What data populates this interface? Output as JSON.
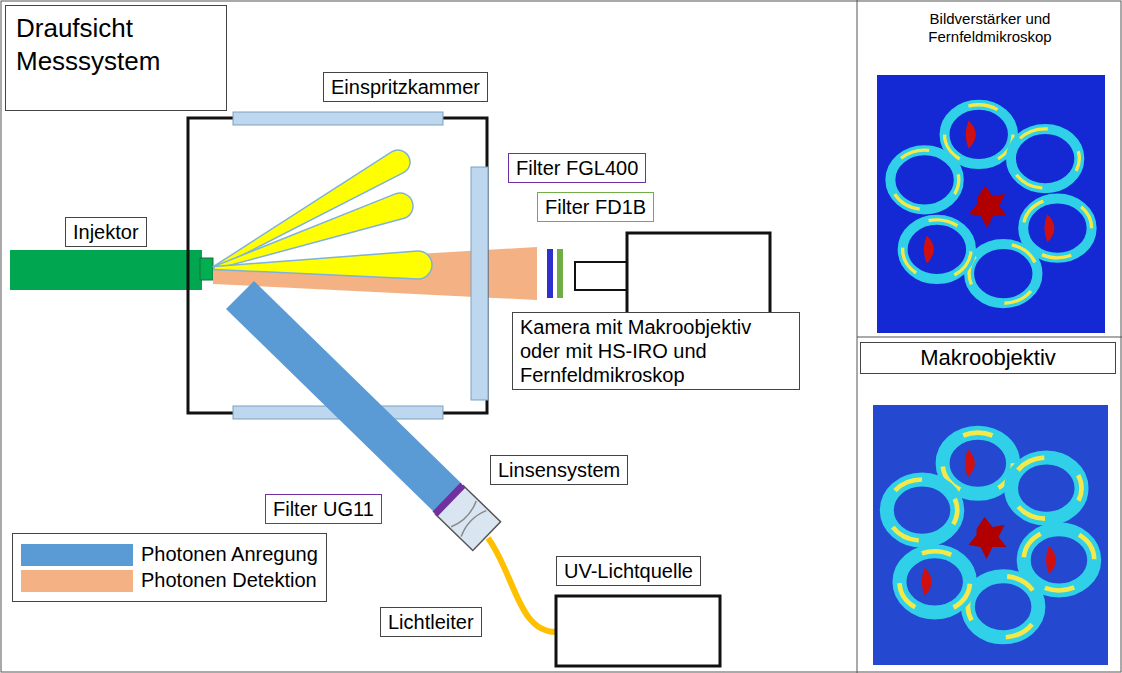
{
  "diagram": {
    "title": "Draufsicht Messsystem",
    "nodes": [
      {
        "text": [
          "Einspritzkammer"
        ]
      },
      {
        "text": [
          "Filter FGL400"
        ]
      },
      {
        "text": [
          "Filter FD1B"
        ]
      },
      {
        "text": [
          "Injektor"
        ]
      },
      {
        "text": [
          "Kamera mit Makroobjektiv oder mit HS-IRO und Fernfeldmikroskop"
        ]
      },
      {
        "text": [
          "Linsensystem"
        ]
      },
      {
        "text": [
          "Filter UG11"
        ]
      },
      {
        "text": [
          "UV-Lichtquelle"
        ]
      },
      {
        "text": [
          "Lichtleiter"
        ]
      },
      {
        "text": [
          "Bildverstärker und Fernfeldmikroskop"
        ]
      },
      {
        "text": [
          "Makroobjektiv"
        ]
      }
    ],
    "legend": [
      {
        "text": "Photonen Anregung",
        "color": "#5b9bd5"
      },
      {
        "text": "Photonen Detektion",
        "color": "#f4b183"
      }
    ]
  }
}
